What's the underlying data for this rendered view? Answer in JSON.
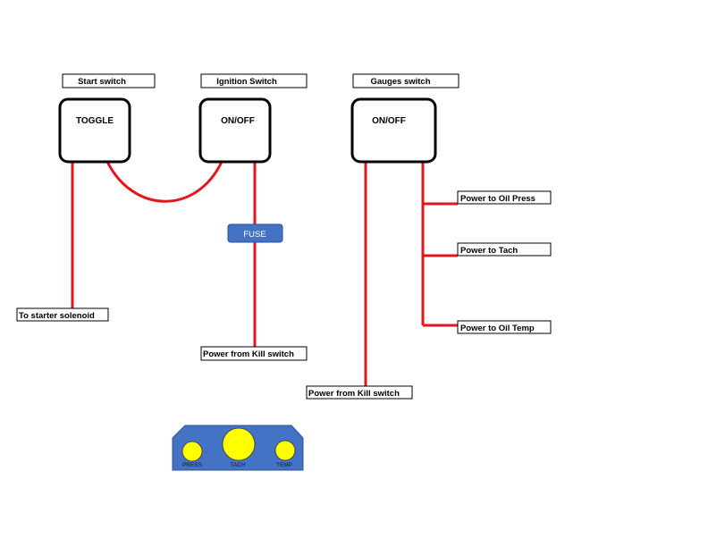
{
  "colors": {
    "wire": "#e8141c",
    "fuse": "#4472c4",
    "panel": "#4472c4",
    "gauge": "#ffff00",
    "text": "#000000"
  },
  "switches": {
    "start": {
      "title": "Start switch",
      "label": "TOGGLE"
    },
    "ignition": {
      "title": "Ignition Switch",
      "label": "ON/OFF"
    },
    "gauges": {
      "title": "Gauges switch",
      "label": "ON/OFF"
    }
  },
  "fuse": {
    "label": "FUSE"
  },
  "connections": {
    "starter_solenoid": "To starter solenoid",
    "kill_switch_ignition": "Power from Kill switch",
    "kill_switch_gauges": "Power from Kill switch",
    "oil_press": "Power to Oil Press",
    "tach": "Power to Tach",
    "oil_temp": "Power to Oil Temp"
  },
  "gauge_panel": {
    "press": "PRESS",
    "tach": "TACH",
    "temp": "TEMP"
  }
}
